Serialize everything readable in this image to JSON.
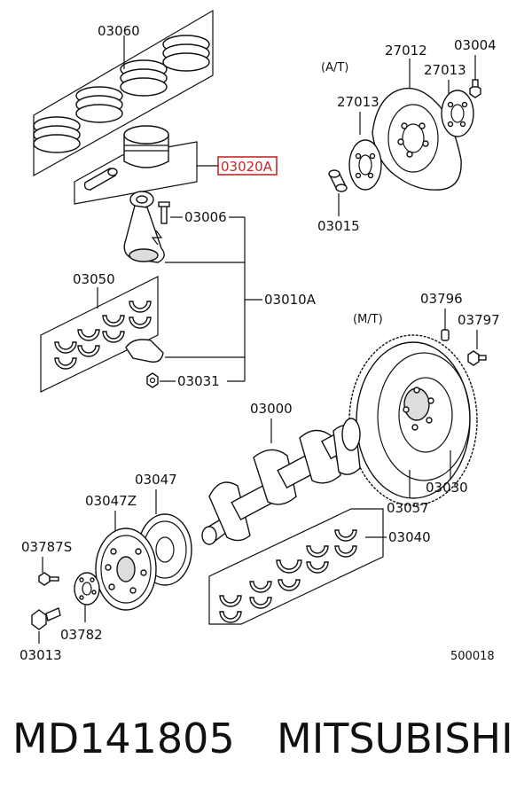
{
  "labels": {
    "l03060": "03060",
    "l03020A": "03020A",
    "l03006": "03006",
    "l03050": "03050",
    "l03010A": "03010A",
    "l03031": "03031",
    "l03000": "03000",
    "l03047": "03047",
    "l03047Z": "03047Z",
    "l03787S": "03787S",
    "l03782": "03782",
    "l03013": "03013",
    "l03040": "03040",
    "l03057": "03057",
    "l03030": "03030",
    "l03796": "03796",
    "l03797": "03797",
    "mt": "(M/T)",
    "at": "(A/T)",
    "l27012": "27012",
    "l03004": "03004",
    "l27013a": "27013",
    "l27013b": "27013",
    "l03015": "03015",
    "diagram_no": "500018"
  },
  "highlight_color": "#c62828",
  "footer": {
    "part_number": "MD141805",
    "brand": "MITSUBISHI"
  }
}
